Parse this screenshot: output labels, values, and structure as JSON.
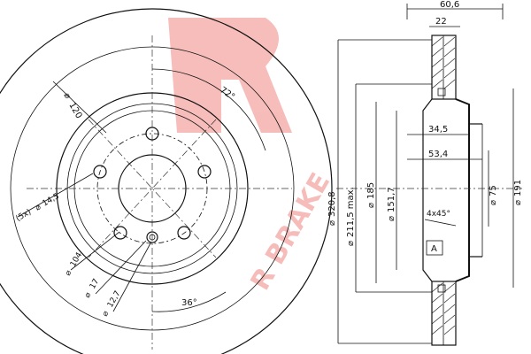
{
  "brand": {
    "logo_text": "R BRAKE",
    "color": "#e8433c"
  },
  "front_view": {
    "bolt_circle": "120",
    "bolt_hole": "14,5",
    "bolt_count": "(5x)",
    "angle_bolts": "72°",
    "hub_pcd": "104",
    "small_hole": "17",
    "small_hole2": "12,7",
    "angle_small": "36°"
  },
  "side_view": {
    "overall_width": "60,6",
    "pad_thickness": "22",
    "hat_depth": "34,5",
    "height_53": "53,4",
    "diameter_outer": "320,8",
    "diameter_inner": "211,5 max.",
    "diameter_185": "185",
    "diameter_151": "151,7",
    "diameter_75": "75",
    "diameter_191": "191",
    "chamfer": "4x45°",
    "datum": "A"
  }
}
